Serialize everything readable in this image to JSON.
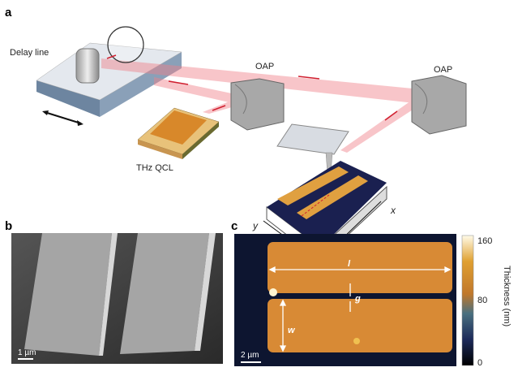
{
  "panels": {
    "a": {
      "letter": "a",
      "delay_line": "Delay line",
      "oap1": "OAP",
      "oap2": "OAP",
      "qcl": "THz QCL",
      "x_axis": "x",
      "y_axis": "y"
    },
    "b": {
      "letter": "b",
      "scale_bar": "1 µm"
    },
    "c": {
      "letter": "c",
      "scale_bar": "2 µm",
      "length": "l",
      "gap": "g",
      "width": "w",
      "colorbar": {
        "label": "Thickness (nm)",
        "max": "160",
        "mid": "80",
        "min": "0"
      }
    }
  },
  "colors": {
    "beam": "#e83040",
    "gold": "#d88a35",
    "substrate": "#0d1530"
  }
}
